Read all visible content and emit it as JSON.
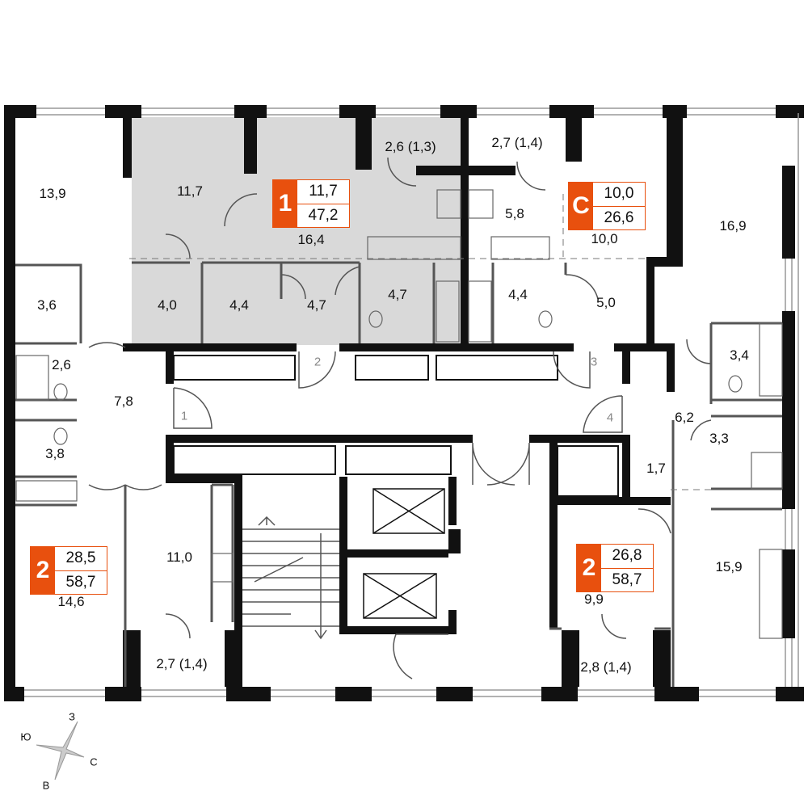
{
  "colors": {
    "accent": "#e8500e",
    "wall": "#111111",
    "shade": "#d9d9d9",
    "thin_wall": "#555555"
  },
  "badges": [
    {
      "key": "1",
      "living": "11,7",
      "total": "47,2"
    },
    {
      "key": "С",
      "living": "10,0",
      "total": "26,6"
    },
    {
      "key": "2",
      "living": "28,5",
      "total": "58,7"
    },
    {
      "key": "2",
      "living": "26,8",
      "total": "58,7"
    }
  ],
  "rooms": [
    "13,9",
    "11,7",
    "16,4",
    "2,6 (1,3)",
    "2,7 (1,4)",
    "5,8",
    "10,0",
    "16,9",
    "3,6",
    "4,0",
    "4,4",
    "4,7",
    "4,7",
    "4,4",
    "5,0",
    "2,6",
    "7,8",
    "3,8",
    "3,4",
    "6,2",
    "3,3",
    "1,7",
    "11,0",
    "14,6",
    "2,7 (1,4)",
    "9,9",
    "15,9",
    "2,8 (1,4)"
  ],
  "corridor_numbers": [
    "1",
    "2",
    "3",
    "4"
  ],
  "compass": {
    "north": "З",
    "west": "Ю",
    "east": "С",
    "south": "В"
  }
}
